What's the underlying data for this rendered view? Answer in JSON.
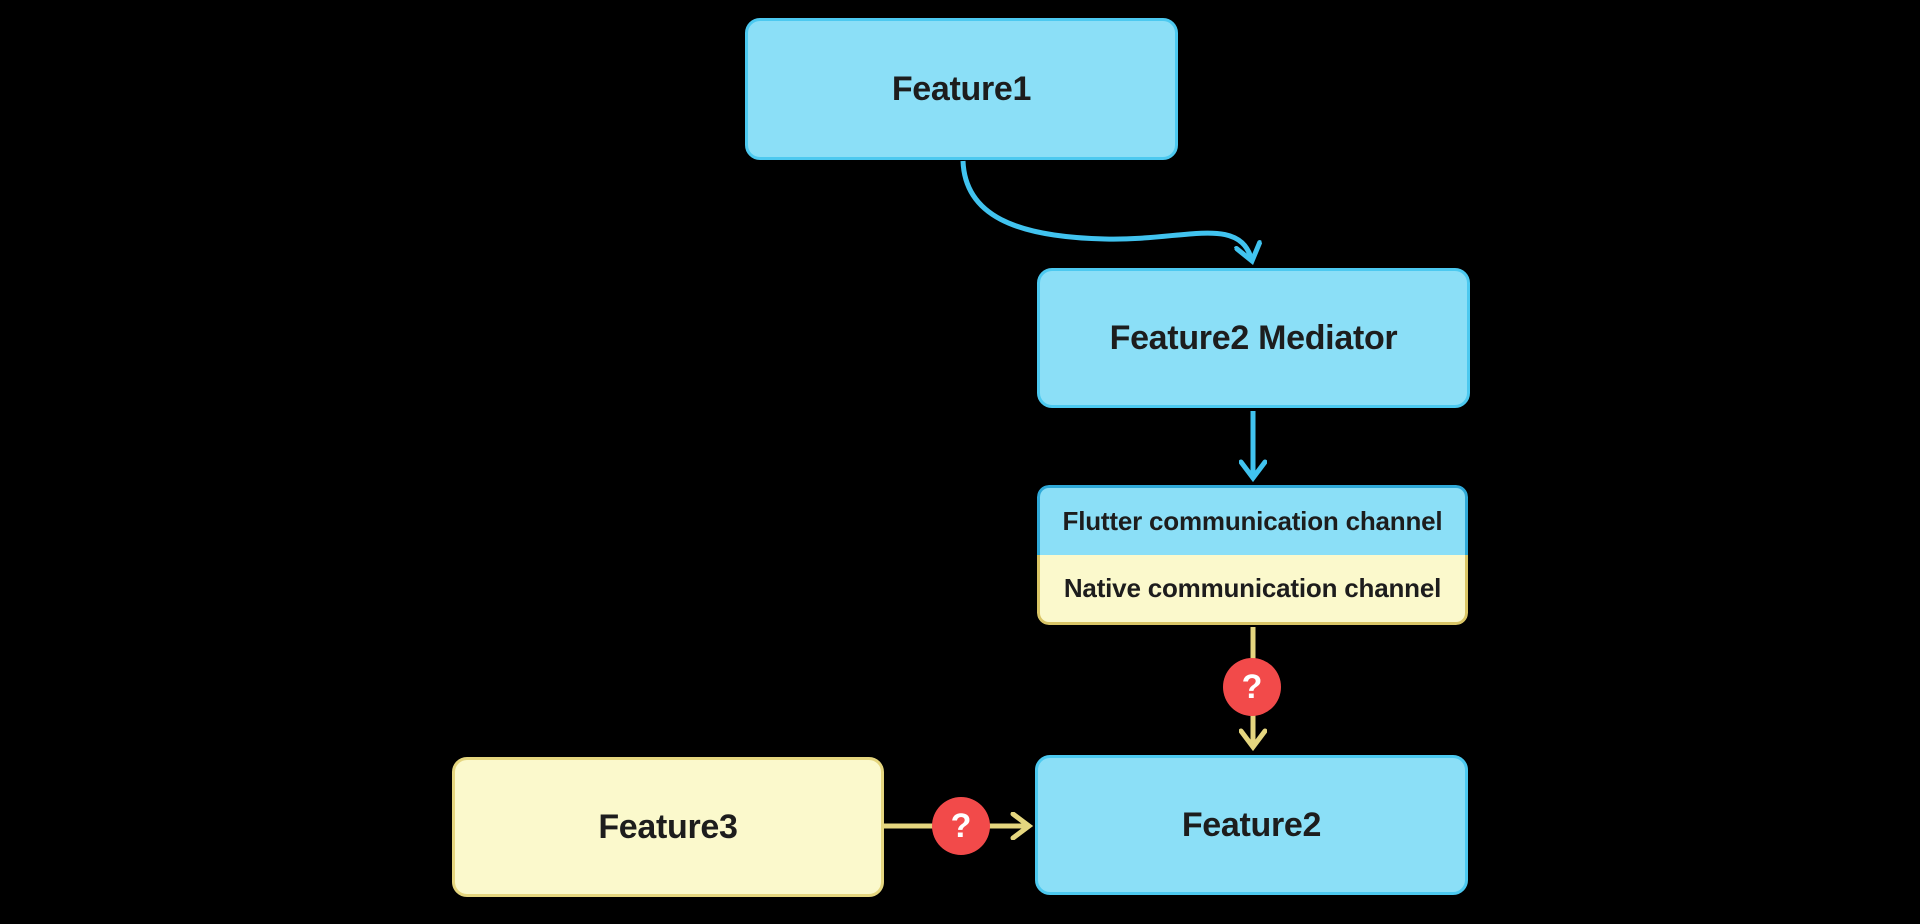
{
  "diagram": {
    "nodes": {
      "feature1": {
        "label": "Feature1"
      },
      "feature2_mediator": {
        "label": "Feature2 Mediator"
      },
      "flutter_channel": {
        "label": "Flutter communication channel"
      },
      "native_channel": {
        "label": "Native communication channel"
      },
      "feature3": {
        "label": "Feature3"
      },
      "feature2": {
        "label": "Feature2"
      }
    },
    "badges": {
      "mediator_to_feature2": {
        "label": "?"
      },
      "feature3_to_feature2": {
        "label": "?"
      }
    },
    "edges": [
      {
        "from": "feature1",
        "to": "feature2_mediator",
        "style": "curved",
        "color": "blue"
      },
      {
        "from": "feature2_mediator",
        "to": "flutter_channel",
        "style": "straight",
        "color": "blue"
      },
      {
        "from": "native_channel",
        "to": "feature2",
        "style": "straight",
        "color": "yellow",
        "badge": "?"
      },
      {
        "from": "feature3",
        "to": "feature2",
        "style": "straight",
        "color": "yellow",
        "badge": "?"
      }
    ],
    "colors": {
      "background": "#000000",
      "blue_fill": "#8BDFF7",
      "blue_border": "#4CC9F0",
      "blue_arrow": "#41C3EF",
      "channel_blue_border": "#2FA9D8",
      "yellow_fill": "#FBF9CC",
      "yellow_border": "#E5D67F",
      "yellow_arrow": "#E5D67F",
      "channel_yellow_border": "#D9C566",
      "red_badge": "#F24A4A",
      "badge_text": "#FFFFFF",
      "node_text": "#1D1D1D"
    }
  }
}
